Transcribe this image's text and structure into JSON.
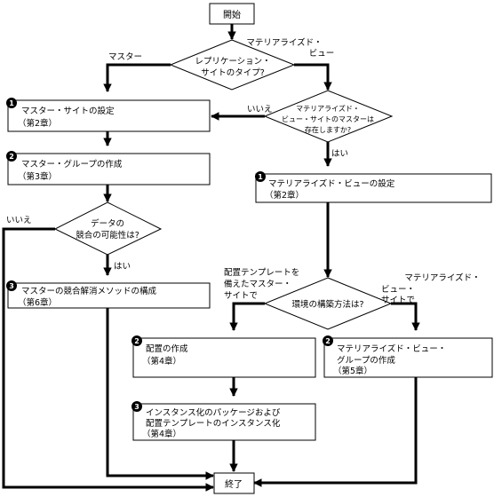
{
  "nodes": {
    "start": "開始",
    "decision_type": [
      "レプリケーション・",
      "サイトのタイプ?"
    ],
    "decision_master_exists": [
      "マテリアライズド・",
      "ビュー・サイトのマスターは",
      "存在しますか?"
    ],
    "master_site": [
      "マスター・サイトの設定",
      "（第2章）"
    ],
    "master_group": [
      "マスター・グループの作成",
      "（第3章）"
    ],
    "decision_conflict": [
      "データの",
      "競合の可能性は?"
    ],
    "conflict_method": [
      "マスターの競合解消メソッドの構成",
      "（第6章）"
    ],
    "mv_site": [
      "マテリアライズド・ビューの設定",
      "（第2章）"
    ],
    "decision_env": "環境の構築方法は?",
    "template_create": [
      "配置の作成",
      "（第4章）"
    ],
    "instantiate": [
      "インスタンス化のパッケージおよび",
      "配置テンプレートのインスタンス化",
      "（第4章）"
    ],
    "mv_group": [
      "マテリアライズド・ビュー・",
      "グループの作成",
      "（第5章）"
    ],
    "end": "終了"
  },
  "edge_labels": {
    "master": "マスター",
    "mv": [
      "マテリアライズド・",
      "ビュー"
    ],
    "no_master_exists": "いいえ",
    "yes_master_exists": "はい",
    "no_conflict": "いいえ",
    "yes_conflict": "はい",
    "template_branch": [
      "配置テンプレートを",
      "備えたマスター・",
      "サイトで"
    ],
    "mv_branch": [
      "マテリアライズド・",
      "ビュー・",
      "サイトで"
    ]
  },
  "badges": {
    "master_site": "1",
    "master_group": "2",
    "conflict_method": "3",
    "mv_site": "1",
    "template_create": "2",
    "instantiate": "3",
    "mv_group": "2"
  }
}
